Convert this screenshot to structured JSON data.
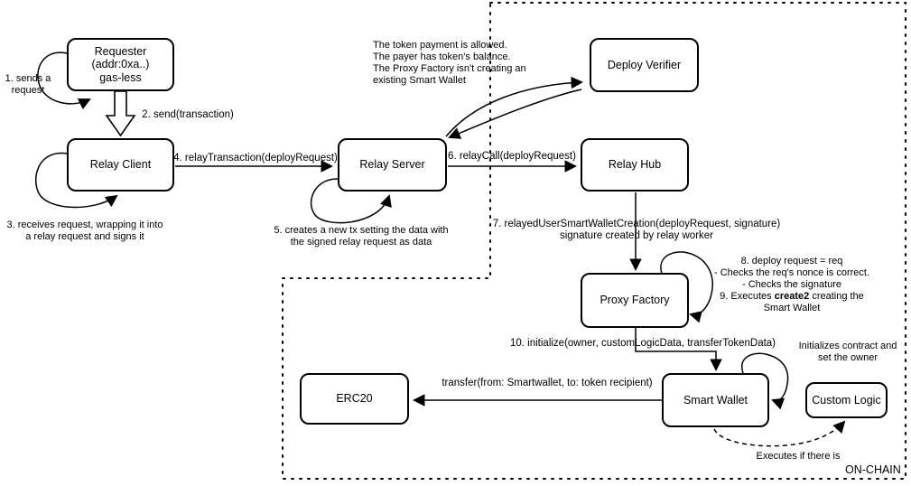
{
  "diagram": {
    "boxes": {
      "requester_line1": "Requester",
      "requester_line2": "(addr:0xa..)",
      "requester_line3": "gas-less",
      "relay_client": "Relay Client",
      "relay_server": "Relay Server",
      "deploy_verifier": "Deploy Verifier",
      "relay_hub": "Relay Hub",
      "proxy_factory": "Proxy Factory",
      "smart_wallet": "Smart Wallet",
      "erc20": "ERC20",
      "custom_logic": "Custom Logic"
    },
    "edge_labels": {
      "step2": "2. send(transaction)",
      "step4": "4. relayTransaction(deployRequest)",
      "step6": "6. relayCall(deployRequest)",
      "step7_line1": "7. relayedUserSmartWalletCreation(deployRequest, signature)",
      "step7_line2": "signature created by relay worker",
      "step10": "10. initialize(owner, customLogicData, transferTokenData)",
      "transfer": "transfer(from: Smartwallet, to: token recipient)"
    },
    "notes": {
      "step1_line1": "1. sends a",
      "step1_line2": "request",
      "step3_line1": "3. receives request, wrapping it into",
      "step3_line2": "a relay request and signs it",
      "step5_line1": "5. creates a new tx setting the data with",
      "step5_line2": "the signed relay request as data",
      "verifier_line1": "The token payment is allowed.",
      "verifier_line2": "The payer has token's balance.",
      "verifier_line3": "The Proxy Factory isn't creating an",
      "verifier_line4": "existing Smart Wallet",
      "step8_line1": "8. deploy request = req",
      "step8_line2": "- Checks the req's nonce is correct.",
      "step8_line3": "- Checks the signature",
      "step9_prefix": "9. Executes ",
      "step9_bold": "create2",
      "step9_suffix": " creating the",
      "step9_line2": "Smart Wallet",
      "init_line1": "Initializes contract and",
      "init_line2": "set the owner",
      "executes": "Executes if there is",
      "onchain": "ON-CHAIN"
    },
    "colors": {
      "stroke": "#000000",
      "background": "#ffffff"
    }
  }
}
